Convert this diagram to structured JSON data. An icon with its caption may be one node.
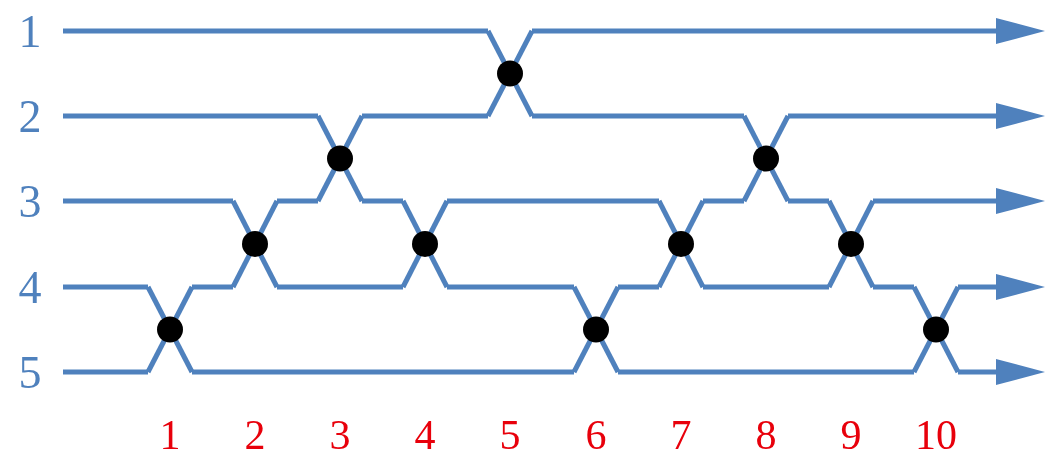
{
  "diagram": {
    "labels": [
      "1",
      "2",
      "3",
      "4",
      "5",
      "1",
      "2",
      "3",
      "4",
      "5",
      "6",
      "7",
      "8",
      "9",
      "10"
    ]
  }
}
